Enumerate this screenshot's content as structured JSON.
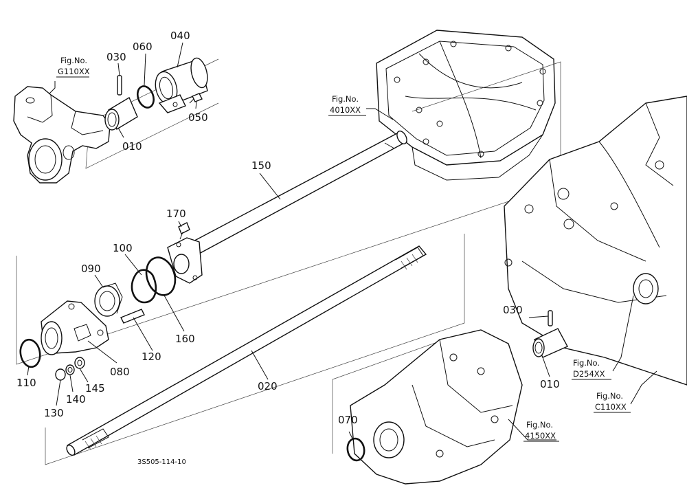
{
  "diagram": {
    "reference_code": "3S505-114-10",
    "part_labels": {
      "p040": "040",
      "p060": "060",
      "p030_top": "030",
      "p050": "050",
      "p010_top": "010",
      "p150": "150",
      "p170": "170",
      "p100": "100",
      "p090": "090",
      "p160": "160",
      "p120": "120",
      "p080": "080",
      "p110": "110",
      "p145": "145",
      "p140": "140",
      "p130": "130",
      "p020": "020",
      "p030_right": "030",
      "p010_right": "010",
      "p070": "070"
    },
    "figure_refs": {
      "g110": {
        "line1": "Fig.No.",
        "line2": "G110XX"
      },
      "f4010": {
        "line1": "Fig.No.",
        "line2": "4010XX"
      },
      "d254": {
        "line1": "Fig.No.",
        "line2": "D254XX"
      },
      "c110": {
        "line1": "Fig.No.",
        "line2": "C110XX"
      },
      "f4150": {
        "line1": "Fig.No.",
        "line2": "4150XX"
      }
    }
  }
}
